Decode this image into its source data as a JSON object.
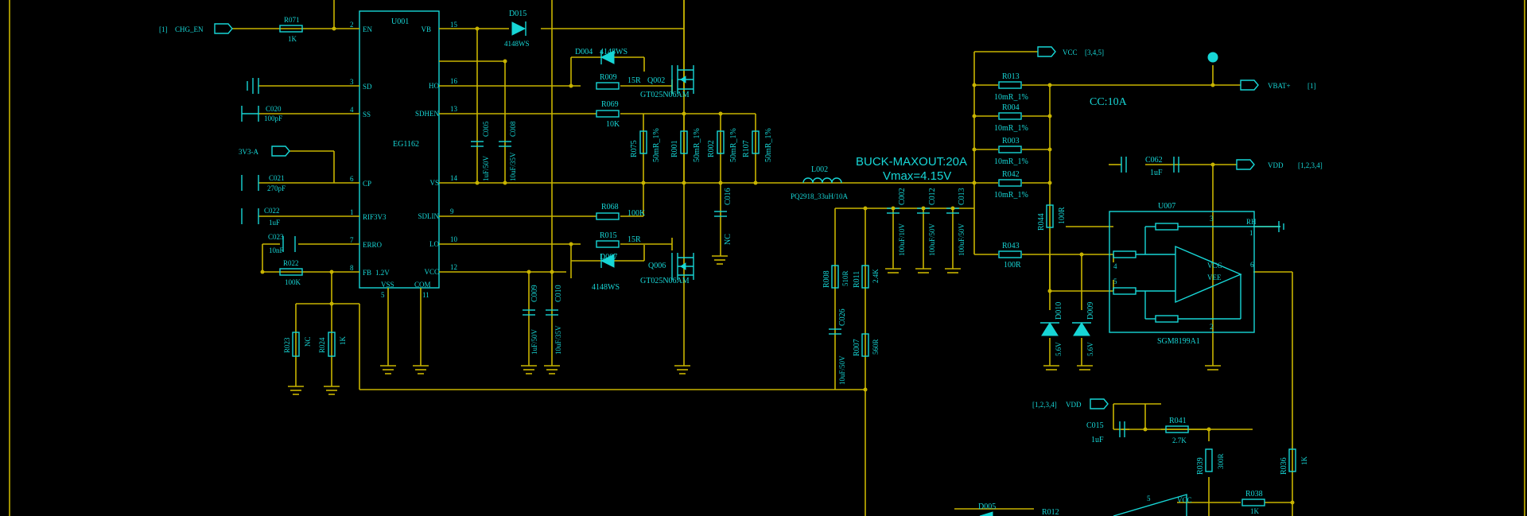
{
  "ic1": {
    "ref": "U001",
    "part": "EG1162",
    "left_pins": [
      {
        "num": "2",
        "name": "EN"
      },
      {
        "num": "3",
        "name": "SD"
      },
      {
        "num": "4",
        "name": "SS"
      },
      {
        "num": "6",
        "name": "CP"
      },
      {
        "num": "1",
        "name": "RIF3V3"
      },
      {
        "num": "7",
        "name": "ERRO"
      },
      {
        "num": "8",
        "name": "FB"
      }
    ],
    "right_pins": [
      {
        "num": "15",
        "name": "VB"
      },
      {
        "num": "16",
        "name": "HO"
      },
      {
        "num": "13",
        "name": "SDHEN"
      },
      {
        "num": "14",
        "name": "VS"
      },
      {
        "num": "9",
        "name": "SDLIN"
      },
      {
        "num": "10",
        "name": "LO"
      },
      {
        "num": "12",
        "name": "VCC"
      }
    ],
    "bottom_pins": [
      {
        "num": "5",
        "name": "VSS"
      },
      {
        "num": "11",
        "name": "COM"
      }
    ],
    "fb_voltage": "1.2V"
  },
  "ic2": {
    "ref": "U007",
    "part": "SGM8199A1",
    "pins": [
      {
        "num": "3",
        "name": "RH"
      },
      {
        "num": "1"
      },
      {
        "num": "4"
      },
      {
        "num": "5"
      },
      {
        "num": "6"
      },
      {
        "num": "2"
      }
    ],
    "inner": [
      "VCC",
      "VEE"
    ]
  },
  "ports": {
    "chg_en": {
      "ref": "[1]",
      "name": "CHG_EN"
    },
    "v3a": {
      "name": "3V3-A"
    },
    "vcc": {
      "name": "VCC",
      "ref": "[3,4,5]"
    },
    "vbat": {
      "name": "VBAT+",
      "ref": "[1]"
    },
    "vdd": {
      "name": "VDD",
      "ref": "[1,2,3,4]"
    },
    "vdd2": {
      "name": "VDD",
      "ref": "[1,2,3,4]"
    }
  },
  "labels": {
    "cc": "CC:10A",
    "buck": "BUCK-MAXOUT:20A",
    "vmax": "Vmax=4.15V"
  },
  "components": [
    {
      "ref": "R071",
      "value": "1K"
    },
    {
      "ref": "C020",
      "value": "100pF"
    },
    {
      "ref": "C021",
      "value": "270pF"
    },
    {
      "ref": "C022",
      "value": "1uF"
    },
    {
      "ref": "C023",
      "value": "10nF"
    },
    {
      "ref": "R022",
      "value": "100K"
    },
    {
      "ref": "R023",
      "value": "NC"
    },
    {
      "ref": "R024",
      "value": "1K"
    },
    {
      "ref": "D015",
      "value": "4148WS"
    },
    {
      "ref": "C005",
      "value": "1uF/50V"
    },
    {
      "ref": "C008",
      "value": "10uF/35V"
    },
    {
      "ref": "D004",
      "value": "4148WS"
    },
    {
      "ref": "R009",
      "value": "15R"
    },
    {
      "ref": "Q002",
      "value": "GT025N06AM"
    },
    {
      "ref": "R069",
      "value": "10K"
    },
    {
      "ref": "R075",
      "value": "50mR_1%"
    },
    {
      "ref": "R001",
      "value": "50mR_1%"
    },
    {
      "ref": "R002",
      "value": "50mR_1%"
    },
    {
      "ref": "R107",
      "value": "50mR_1%"
    },
    {
      "ref": "C016",
      "value": "NC"
    },
    {
      "ref": "R068",
      "value": "100K"
    },
    {
      "ref": "R015",
      "value": "15R"
    },
    {
      "ref": "D007",
      "value": "4148WS"
    },
    {
      "ref": "Q006",
      "value": "GT025N06AM"
    },
    {
      "ref": "C009",
      "value": "1uF/50V"
    },
    {
      "ref": "C010",
      "value": "10uF/35V"
    },
    {
      "ref": "L002",
      "value": "PQ2918_33uH/10A"
    },
    {
      "ref": "C002",
      "value": "100uF/10V"
    },
    {
      "ref": "C012",
      "value": "100uF/50V"
    },
    {
      "ref": "C013",
      "value": "100uF/50V"
    },
    {
      "ref": "R008",
      "value": "510R"
    },
    {
      "ref": "R011",
      "value": "2.4K"
    },
    {
      "ref": "R007",
      "value": "560R"
    },
    {
      "ref": "C026",
      "value": "10uF/50V"
    },
    {
      "ref": "R013",
      "value": "10mR_1%"
    },
    {
      "ref": "R004",
      "value": "10mR_1%"
    },
    {
      "ref": "R003",
      "value": "10mR_1%"
    },
    {
      "ref": "R042",
      "value": "10mR_1%"
    },
    {
      "ref": "R044",
      "value": "100R"
    },
    {
      "ref": "R043",
      "value": "100R"
    },
    {
      "ref": "C062",
      "value": "1uF"
    },
    {
      "ref": "D010",
      "value": "5.6V"
    },
    {
      "ref": "D009",
      "value": "5.6V"
    },
    {
      "ref": "C015",
      "value": "1uF"
    },
    {
      "ref": "R041",
      "value": "2.7K"
    },
    {
      "ref": "R039",
      "value": "300R"
    },
    {
      "ref": "R036",
      "value": "1K"
    },
    {
      "ref": "R038",
      "value": "1K"
    },
    {
      "ref": "D005",
      "value": ""
    },
    {
      "ref": "R012",
      "value": ""
    }
  ],
  "colors": {
    "wire": "#c8b400",
    "symbol": "#17d6d6",
    "background": "#000000",
    "junction": "#c8b400"
  }
}
